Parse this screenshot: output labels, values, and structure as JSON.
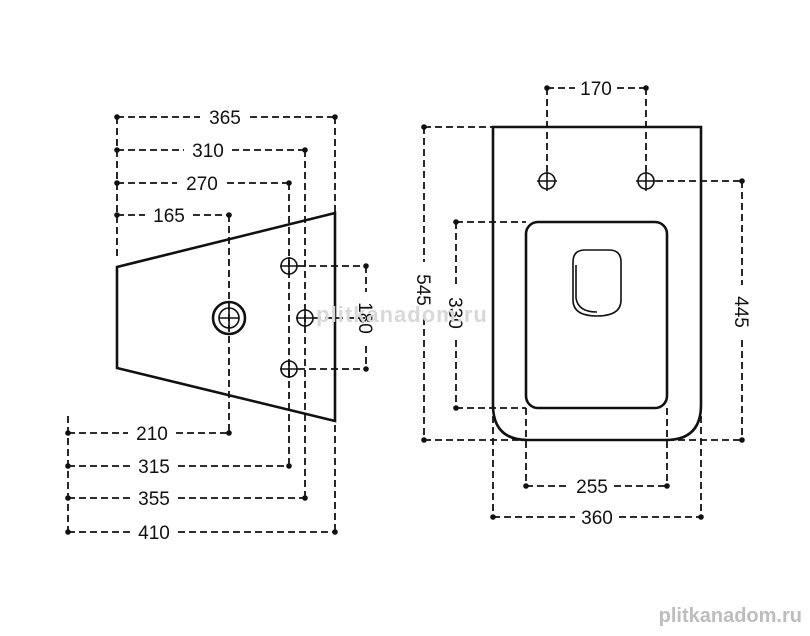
{
  "side_view": {
    "top_dims": [
      "365",
      "310",
      "270",
      "165"
    ],
    "bottom_dims": [
      "210",
      "315",
      "355",
      "410"
    ],
    "vertical_dim": "180"
  },
  "top_view": {
    "top_dim": "170",
    "left_outer_dim": "545",
    "left_inner_dim": "330",
    "right_dim": "445",
    "bottom_dims": [
      "255",
      "360"
    ]
  },
  "watermarks": {
    "center": "plitkanadom.ru",
    "corner": "plitkanadom.ru"
  }
}
